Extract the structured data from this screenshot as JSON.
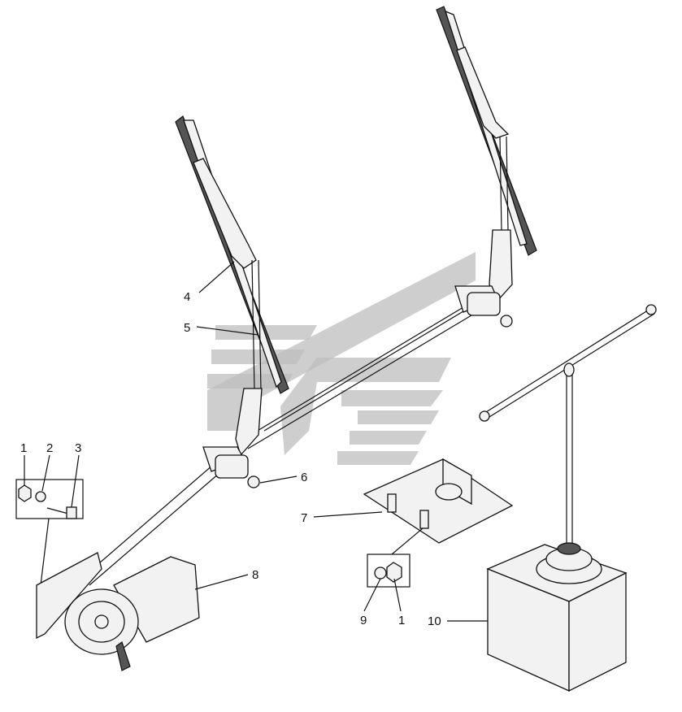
{
  "callouts": [
    {
      "id": "c1a",
      "label": "1"
    },
    {
      "id": "c2",
      "label": "2"
    },
    {
      "id": "c3",
      "label": "3"
    },
    {
      "id": "c4",
      "label": "4"
    },
    {
      "id": "c5",
      "label": "5"
    },
    {
      "id": "c6",
      "label": "6"
    },
    {
      "id": "c7",
      "label": "7"
    },
    {
      "id": "c8",
      "label": "8"
    },
    {
      "id": "c9",
      "label": "9"
    },
    {
      "id": "c1b",
      "label": "1"
    },
    {
      "id": "c10",
      "label": "10"
    }
  ],
  "icons": {
    "watermark": "manufacturer-logo-watermark"
  },
  "colors": {
    "line": "#111111",
    "watermark": "#bdbdbd",
    "background": "#ffffff"
  }
}
